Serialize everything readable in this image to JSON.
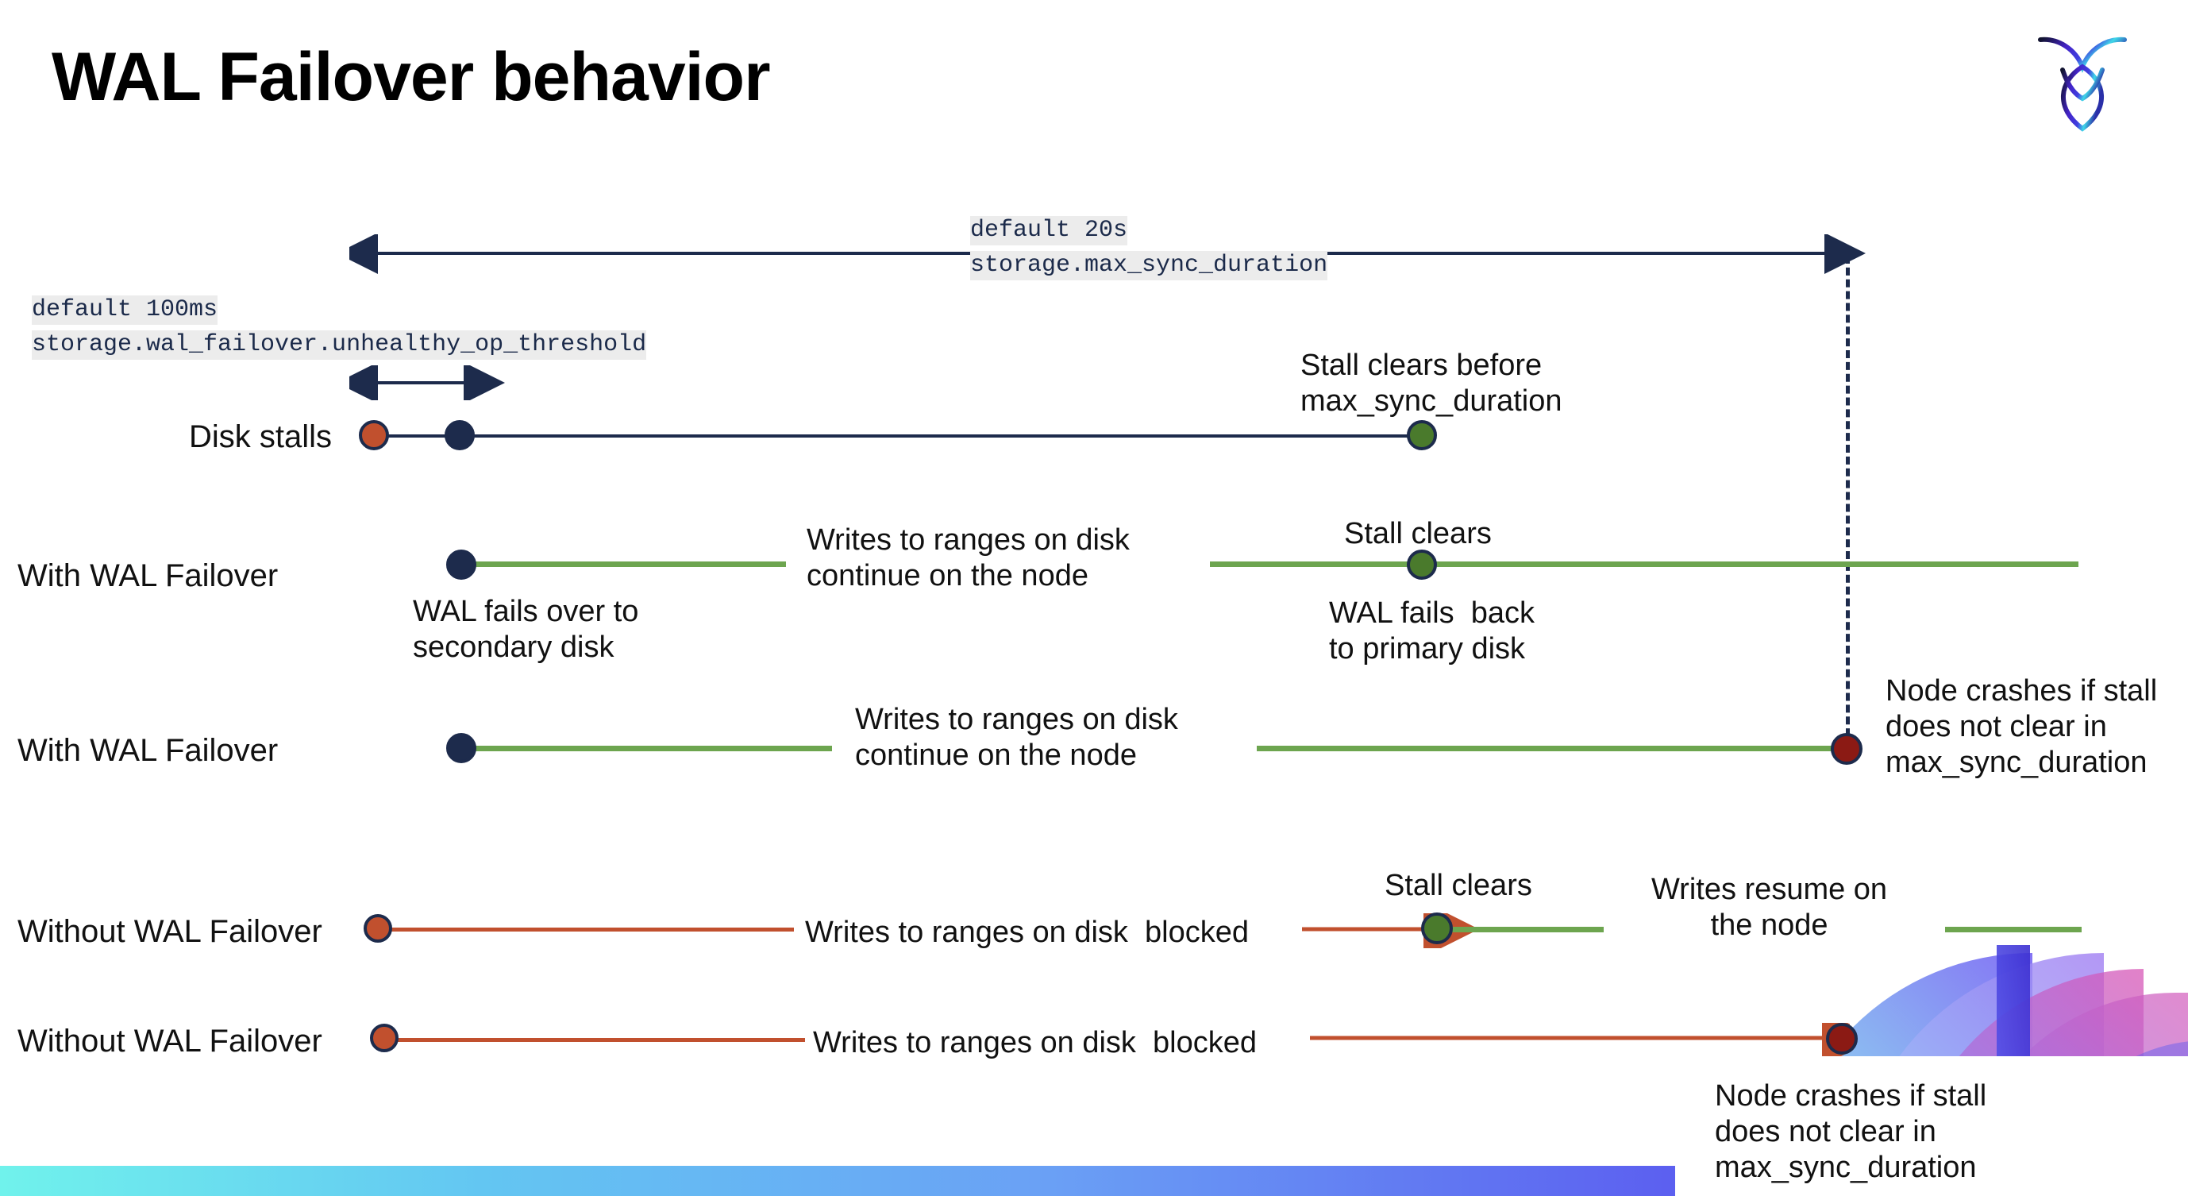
{
  "slide": {
    "title": "WAL Failover behavior",
    "logo_icon": "cockroach-labs-logo"
  },
  "annotations": {
    "max_sync": {
      "line1": "default 20s",
      "line2": "storage.max_sync_duration"
    },
    "unhealthy": {
      "line1": "default 100ms",
      "line2": "storage.wal_failover.unhealthy_op_threshold"
    }
  },
  "rows": [
    {
      "name": "disk-stalls",
      "label": "Disk stalls",
      "notes": [
        {
          "name": "stall-clears-before",
          "text": "Stall clears before\nmax_sync_duration"
        }
      ]
    },
    {
      "name": "with-wal-failover-1",
      "label": "With WAL Failover",
      "notes": [
        {
          "name": "writes-continue",
          "text": "Writes to ranges on disk\ncontinue on the node"
        },
        {
          "name": "stall-clears",
          "text": "Stall clears"
        },
        {
          "name": "wal-fails-over",
          "text": "WAL fails over to\nsecondary disk"
        },
        {
          "name": "wal-fails-back",
          "text": "WAL fails  back\nto primary disk"
        }
      ]
    },
    {
      "name": "with-wal-failover-2",
      "label": "With WAL Failover",
      "notes": [
        {
          "name": "writes-continue",
          "text": "Writes to ranges on disk\ncontinue on the node"
        },
        {
          "name": "node-crashes",
          "text": "Node crashes if stall\ndoes not clear in\nmax_sync_duration"
        }
      ]
    },
    {
      "name": "without-wal-failover-1",
      "label": "Without WAL Failover",
      "notes": [
        {
          "name": "writes-blocked",
          "text": "Writes to ranges on disk  blocked"
        },
        {
          "name": "stall-clears",
          "text": "Stall clears"
        },
        {
          "name": "writes-resume",
          "text": "Writes resume on\nthe node"
        }
      ]
    },
    {
      "name": "without-wal-failover-2",
      "label": "Without WAL Failover",
      "notes": [
        {
          "name": "writes-blocked",
          "text": "Writes to ranges on disk  blocked"
        },
        {
          "name": "node-crashes",
          "text": "Node crashes if stall\ndoes not clear in\nmax_sync_duration"
        }
      ]
    }
  ],
  "colors": {
    "navy": "#1d2b4c",
    "green_line": "#6da54f",
    "green_dot": "#4a7a2c",
    "orange": "#c1502e",
    "red_dot": "#8b1a14",
    "code_bg": "#ececec",
    "bar_start": "#70f2ec",
    "bar_end": "#5a42ee"
  }
}
